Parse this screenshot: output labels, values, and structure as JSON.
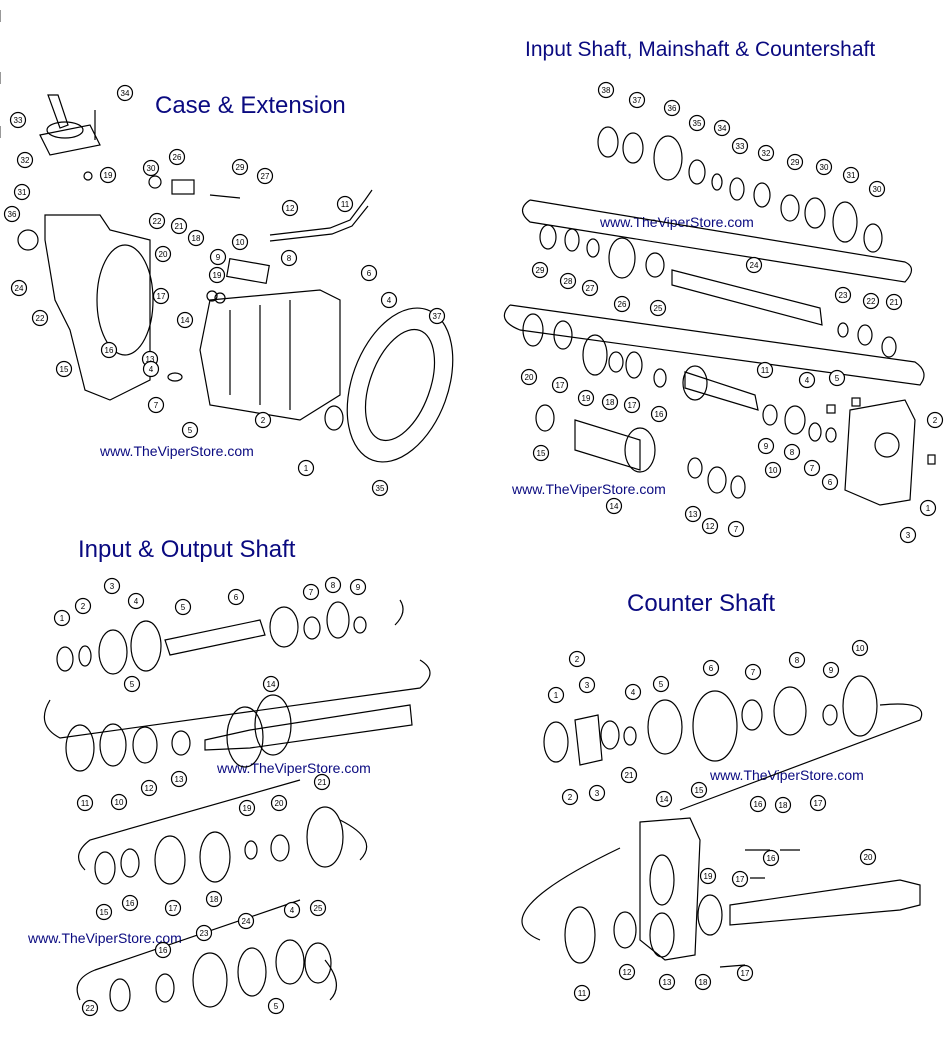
{
  "panels": {
    "case_extension": {
      "title": "Case & Extension",
      "watermark": "www.TheViperStore.com",
      "callouts": [
        "34",
        "33",
        "32",
        "31",
        "19",
        "30",
        "26",
        "29",
        "27",
        "36",
        "22",
        "21",
        "18",
        "12",
        "11",
        "20",
        "10",
        "9",
        "8",
        "6",
        "24",
        "19",
        "17",
        "14",
        "4",
        "37",
        "22",
        "16",
        "13",
        "15",
        "4",
        "7",
        "5",
        "2",
        "1",
        "35"
      ]
    },
    "input_main_counter": {
      "title": "Input Shaft, Mainshaft & Countershaft",
      "watermarks": [
        "www.TheViperStore.com",
        "www.TheViperStore.com"
      ],
      "callouts": [
        "38",
        "37",
        "36",
        "35",
        "34",
        "33",
        "32",
        "29",
        "30",
        "31",
        "30",
        "29",
        "28",
        "27",
        "26",
        "25",
        "24",
        "23",
        "22",
        "21",
        "20",
        "17",
        "19",
        "18",
        "17",
        "16",
        "11",
        "5",
        "4",
        "2",
        "15",
        "9",
        "8",
        "7",
        "6",
        "10",
        "14",
        "13",
        "12",
        "7",
        "1",
        "3"
      ]
    },
    "input_output": {
      "title": "Input & Output Shaft",
      "watermarks": [
        "www.TheViperStore.com",
        "www.TheViperStore.com"
      ],
      "callouts": [
        "1",
        "2",
        "3",
        "4",
        "5",
        "5",
        "6",
        "7",
        "8",
        "9",
        "14",
        "11",
        "10",
        "12",
        "13",
        "21",
        "19",
        "20",
        "15",
        "16",
        "17",
        "18",
        "16",
        "23",
        "24",
        "4",
        "25",
        "22",
        "5"
      ]
    },
    "counter_shaft": {
      "title": "Counter Shaft",
      "watermark": "www.TheViperStore.com",
      "callouts": [
        "1",
        "2",
        "3",
        "4",
        "5",
        "6",
        "7",
        "8",
        "9",
        "10",
        "21",
        "2",
        "3",
        "14",
        "15",
        "16",
        "18",
        "17",
        "16",
        "17",
        "19",
        "20",
        "11",
        "12",
        "13",
        "18",
        "17"
      ]
    }
  },
  "colors": {
    "title": "#0a0a80",
    "line": "#000000",
    "background": "#ffffff"
  }
}
